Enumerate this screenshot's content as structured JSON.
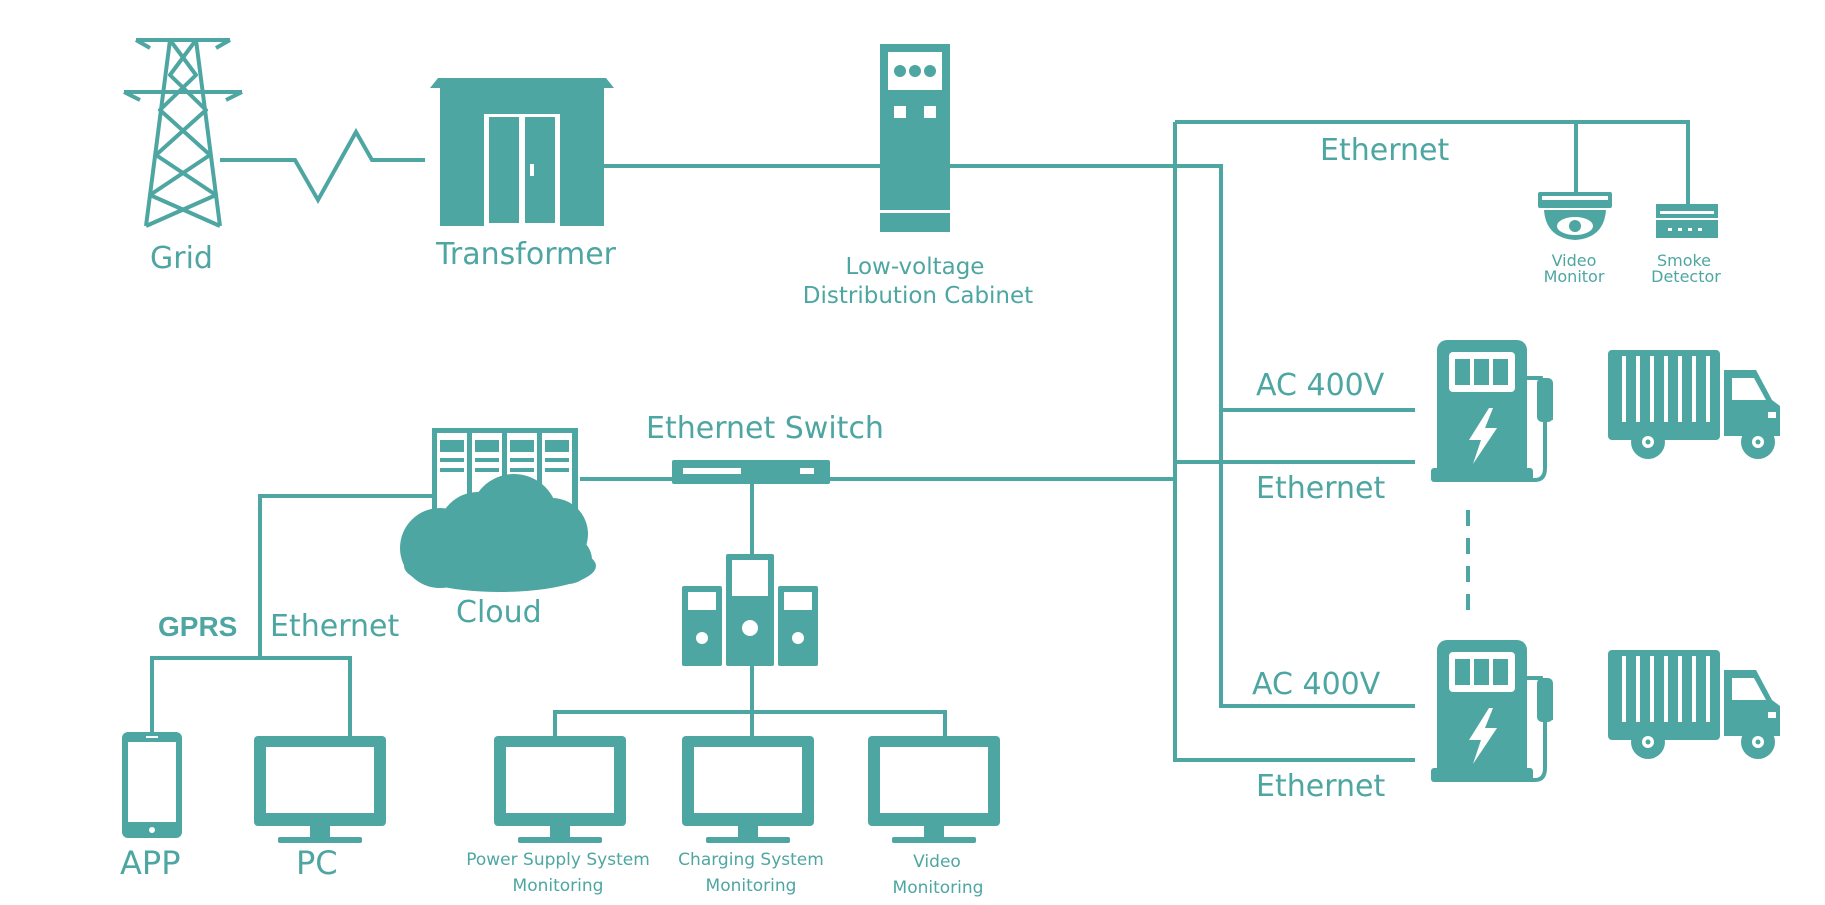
{
  "colors": {
    "primary": "#4ea6a2",
    "background": "#ffffff"
  },
  "labels": {
    "grid": "Grid",
    "transformer": "Transformer",
    "cabinet_line1": "Low-voltage",
    "cabinet_line2": "Distribution Cabinet",
    "ethernet_top": "Ethernet",
    "video_monitor_line1": "Video",
    "video_monitor_line2": "Monitor",
    "smoke_detector_line1": "Smoke",
    "smoke_detector_line2": "Detector",
    "ac_400v_1": "AC 400V",
    "ethernet_charger_1": "Ethernet",
    "ac_400v_2": "AC 400V",
    "ethernet_charger_2": "Ethernet",
    "ethernet_switch": "Ethernet Switch",
    "cloud": "Cloud",
    "gprs": "GPRS",
    "ethernet_left": "Ethernet",
    "app": "APP",
    "pc": "PC",
    "power_supply_line1": "Power Supply System",
    "power_supply_line2": "Monitoring",
    "charging_line1": "Charging System",
    "charging_line2": "Monitoring",
    "video_mon_line1": "Video",
    "video_mon_line2": "Monitoring"
  },
  "icons": [
    "transmission-tower-icon",
    "transformer-icon",
    "distribution-cabinet-icon",
    "camera-icon",
    "smoke-detector-icon",
    "ev-charger-icon",
    "truck-icon",
    "server-cloud-icon",
    "network-switch-icon",
    "server-group-icon",
    "smartphone-icon",
    "monitor-icon"
  ]
}
